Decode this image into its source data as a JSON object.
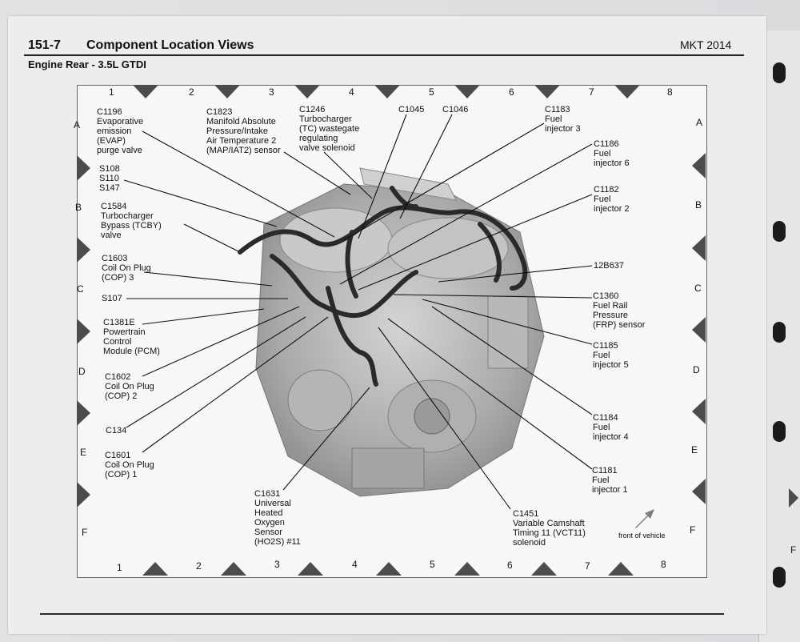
{
  "header": {
    "page_number": "151-7",
    "title": "Component Location Views",
    "model": "MKT 2014",
    "subtitle": "Engine Rear - 3.5L GTDI"
  },
  "grid": {
    "columns": [
      "1",
      "2",
      "3",
      "4",
      "5",
      "6",
      "7",
      "8"
    ],
    "rows": [
      "A",
      "B",
      "C",
      "D",
      "E",
      "F"
    ]
  },
  "callouts": [
    {
      "id": "c1196",
      "text": "C1196\nEvaporative\nemission\n(EVAP)\npurge valve"
    },
    {
      "id": "c1823",
      "text": "C1823\nManifold Absolute\nPressure/Intake\nAir Temperature 2\n(MAP/IAT2) sensor"
    },
    {
      "id": "c1246",
      "text": "C1246\nTurbocharger\n(TC) wastegate\nregulating\nvalve solenoid"
    },
    {
      "id": "c1045",
      "text": "C1045"
    },
    {
      "id": "c1046",
      "text": "C1046"
    },
    {
      "id": "c1183",
      "text": "C1183\nFuel\ninjector 3"
    },
    {
      "id": "c1186",
      "text": "C1186\nFuel\ninjector 6"
    },
    {
      "id": "s108",
      "text": "S108\nS110\nS147"
    },
    {
      "id": "c1182",
      "text": "C1182\nFuel\ninjector 2"
    },
    {
      "id": "c1584",
      "text": "C1584\nTurbocharger\nBypass (TCBY)\nvalve"
    },
    {
      "id": "c1603",
      "text": "C1603\nCoil On Plug\n(COP) 3"
    },
    {
      "id": "12b637",
      "text": "12B637"
    },
    {
      "id": "s107",
      "text": "S107"
    },
    {
      "id": "c1360",
      "text": "C1360\nFuel Rail\nPressure\n(FRP) sensor"
    },
    {
      "id": "c1381e",
      "text": "C1381E\nPowertrain\nControl\nModule (PCM)"
    },
    {
      "id": "c1185",
      "text": "C1185\nFuel\ninjector 5"
    },
    {
      "id": "c1602",
      "text": "C1602\nCoil On Plug\n(COP) 2"
    },
    {
      "id": "c1184",
      "text": "C1184\nFuel\ninjector 4"
    },
    {
      "id": "c134",
      "text": "C134"
    },
    {
      "id": "c1601",
      "text": "C1601\nCoil On Plug\n(COP) 1"
    },
    {
      "id": "c1181",
      "text": "C1181\nFuel\ninjector 1"
    },
    {
      "id": "c1631",
      "text": "C1631\nUniversal\nHeated\nOxygen\nSensor\n(HO2S) #11"
    },
    {
      "id": "c1451",
      "text": "C1451\nVariable Camshaft\nTiming 11 (VCT11)\nsolenoid"
    }
  ],
  "front_of_vehicle": "front of vehicle",
  "colors": {
    "page": "#ededee",
    "frame": "#f7f7f7",
    "triangle": "#4c4c4c",
    "engine": "#bdbdbd"
  }
}
